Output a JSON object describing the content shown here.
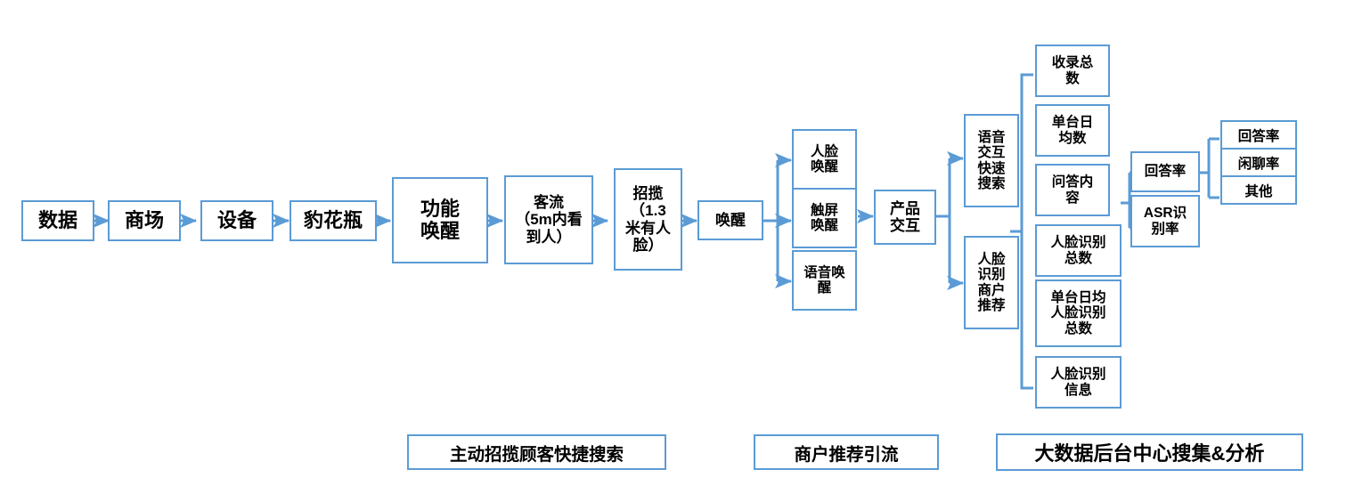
{
  "diagram": {
    "title": "",
    "accent_color": "#5B9BD5",
    "text_color": "#000000",
    "background": "#ffffff",
    "chain": [
      {
        "id": "data",
        "label": "数据"
      },
      {
        "id": "mall",
        "label": "商场"
      },
      {
        "id": "device",
        "label": "设备"
      },
      {
        "id": "leopard",
        "label": "豹花瓶"
      },
      {
        "id": "func_wake",
        "label": "功能\n唤醒"
      },
      {
        "id": "traffic",
        "label": "客流\n（5m内看\n到人）"
      },
      {
        "id": "solicit",
        "label": "招揽\n（1.3\n米有人\n脸）"
      },
      {
        "id": "wake",
        "label": "唤醒"
      }
    ],
    "wake_types": [
      {
        "id": "face_wake",
        "label": "人脸\n唤醒"
      },
      {
        "id": "touch_wake",
        "label": "触屏\n唤醒"
      },
      {
        "id": "voice_wake",
        "label": "语音唤\n醒"
      }
    ],
    "product": {
      "id": "product_interaction",
      "label": "产品\n交互"
    },
    "branches": [
      {
        "id": "voice_search",
        "label": "语音\n交互\n快速\n搜索"
      },
      {
        "id": "face_reco_rec",
        "label": "人脸\n识别\n商户\n推荐"
      }
    ],
    "metrics": [
      {
        "id": "total_collected",
        "label": "收录总\n数"
      },
      {
        "id": "daily_avg_per_unit",
        "label": "单台日\n均数"
      },
      {
        "id": "qa_content",
        "label": "问答内\n容"
      },
      {
        "id": "face_reco_total",
        "label": "人脸识别\n总数"
      },
      {
        "id": "face_reco_daily_avg",
        "label": "单台日均\n人脸识别\n总数"
      },
      {
        "id": "face_reco_info",
        "label": "人脸识别\n信息"
      }
    ],
    "qa_metrics": [
      {
        "id": "answer_rate",
        "label": "回答率"
      },
      {
        "id": "asr_rate",
        "label": "ASR识\n别率"
      }
    ],
    "answer_breakdown": [
      {
        "id": "answer_rate_detail",
        "label": "回答率"
      },
      {
        "id": "chat_rate",
        "label": "闲聊率"
      },
      {
        "id": "other",
        "label": "其他"
      }
    ],
    "captions": [
      {
        "id": "caption_active_search",
        "label": "主动招揽顾客快捷搜索"
      },
      {
        "id": "caption_merchant_rec",
        "label": "商户推荐引流"
      },
      {
        "id": "caption_bigdata_center",
        "label": "大数据后台中心搜集&分析"
      }
    ]
  }
}
